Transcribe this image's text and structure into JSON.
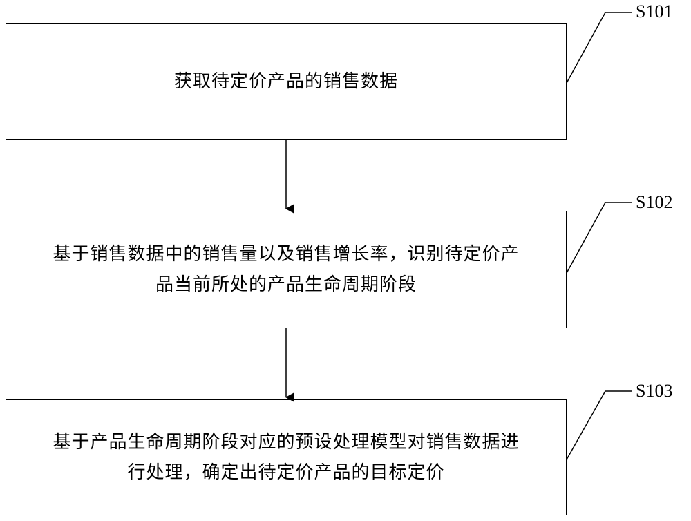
{
  "steps": [
    {
      "id": "S101",
      "lines": [
        "获取待定价产品的销售数据"
      ]
    },
    {
      "id": "S102",
      "lines": [
        "基于销售数据中的销售量以及销售增长率，识别待定价产",
        "品当前所处的产品生命周期阶段"
      ]
    },
    {
      "id": "S103",
      "lines": [
        "基于产品生命周期阶段对应的预设处理模型对销售数据进",
        "行处理，确定出待定价产品的目标定价"
      ]
    }
  ]
}
